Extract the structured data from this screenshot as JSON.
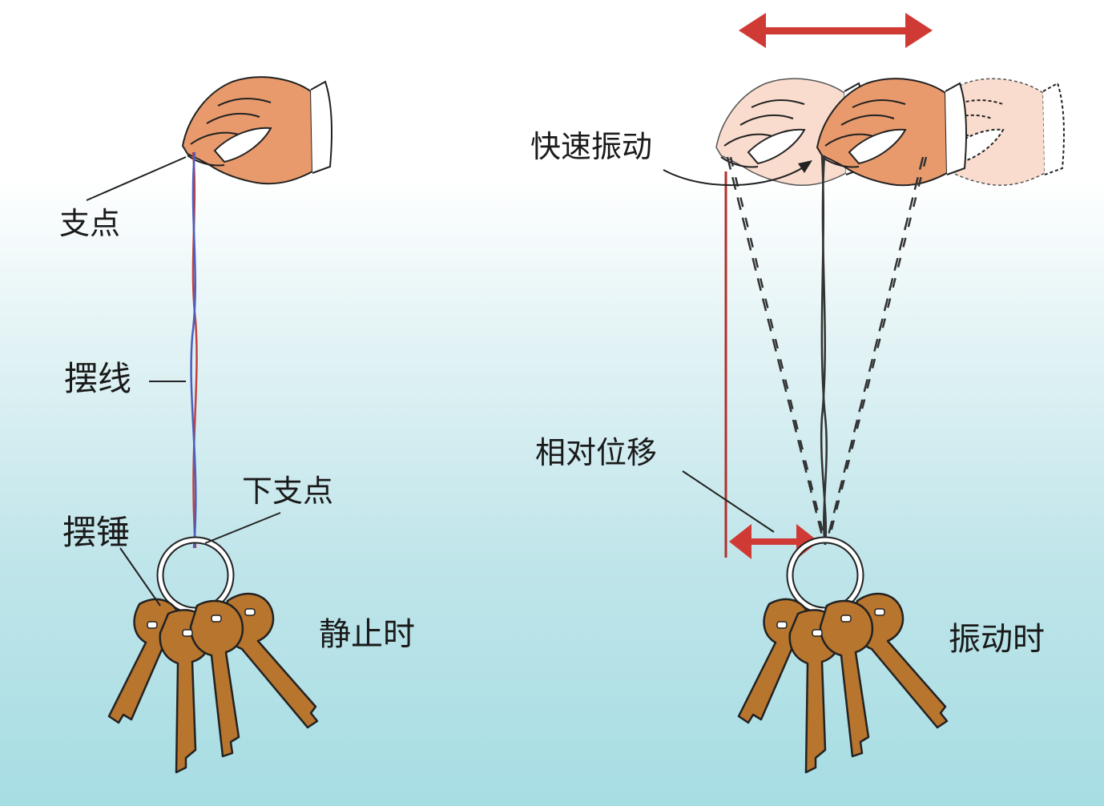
{
  "labels": {
    "fulcrum": "支点",
    "pendulum_line": "摆线",
    "lower_fulcrum": "下支点",
    "pendulum_bob": "摆锤",
    "at_rest": "静止时",
    "fast_vibration": "快速振动",
    "relative_displacement": "相对位移",
    "when_vibrating": "振动时"
  },
  "colors": {
    "skin": "#e89a6c",
    "skin_faded": "#f9dccd",
    "key": "#b7752e",
    "arrow_red": "#d03a35",
    "ref_line": "#b0302c",
    "string_red": "#c2413e",
    "string_blue": "#4a5fc0",
    "string_dark": "#333333"
  }
}
